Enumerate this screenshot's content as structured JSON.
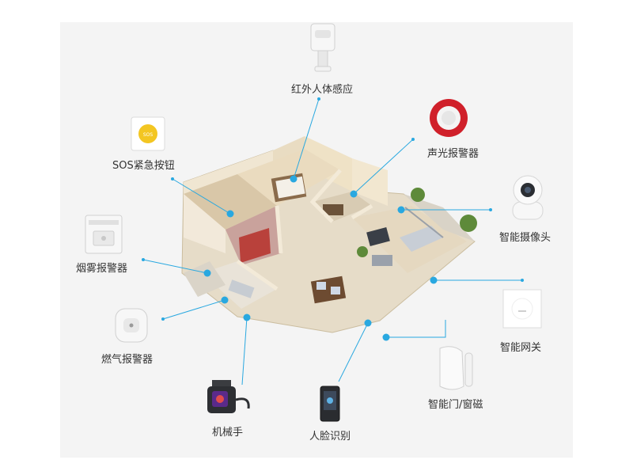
{
  "colors": {
    "background": "#f4f4f4",
    "connector": "#29a8e0",
    "label_text": "#333333",
    "siren_red": "#d0202a",
    "sos_yellow": "#f3c622"
  },
  "devices": [
    {
      "id": "infrared",
      "label": "红外人体感应",
      "icon": "pir-motion-sensor-icon"
    },
    {
      "id": "siren",
      "label": "声光报警器",
      "icon": "siren-alarm-icon"
    },
    {
      "id": "sos",
      "label": "SOS紧急按钮",
      "icon": "sos-button-icon"
    },
    {
      "id": "camera",
      "label": "智能摄像头",
      "icon": "smart-camera-icon"
    },
    {
      "id": "smoke",
      "label": "烟雾报警器",
      "icon": "smoke-detector-icon"
    },
    {
      "id": "gateway",
      "label": "智能网关",
      "icon": "smart-gateway-icon"
    },
    {
      "id": "gas",
      "label": "燃气报警器",
      "icon": "gas-detector-icon"
    },
    {
      "id": "door",
      "label": "智能门/窗磁",
      "icon": "door-window-sensor-icon"
    },
    {
      "id": "valve",
      "label": "机械手",
      "icon": "valve-manipulator-icon"
    },
    {
      "id": "face",
      "label": "人脸识别",
      "icon": "face-recognition-icon"
    }
  ]
}
